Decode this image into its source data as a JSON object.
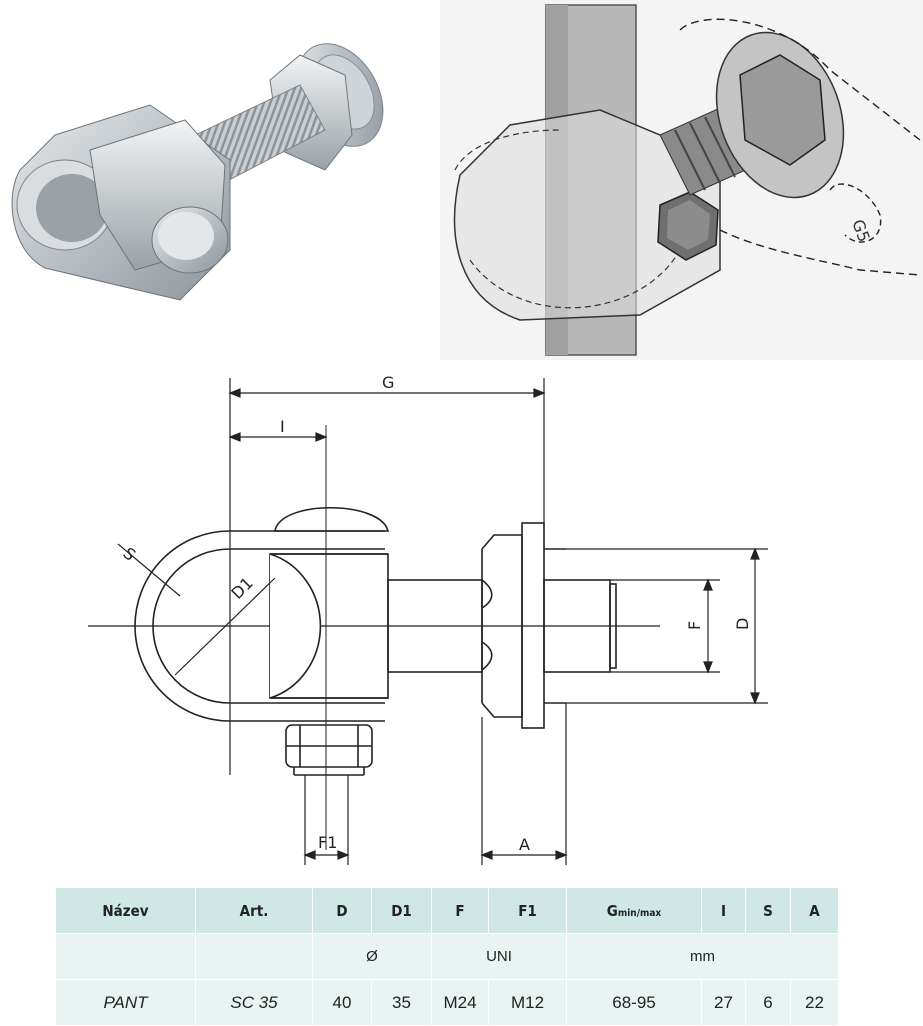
{
  "drawing": {
    "labels": {
      "G": "G",
      "I": "I",
      "S": "S",
      "D1": "D1",
      "F": "F",
      "D": "D",
      "F1": "F1",
      "A": "A"
    },
    "sketch_stamp": "G5"
  },
  "table": {
    "headers": [
      {
        "main": "Název",
        "sub": ""
      },
      {
        "main": "Art.",
        "sub": ""
      },
      {
        "main": "D",
        "sub": ""
      },
      {
        "main": "D1",
        "sub": ""
      },
      {
        "main": "F",
        "sub": ""
      },
      {
        "main": "F1",
        "sub": ""
      },
      {
        "main": "G",
        "sub": "min/max"
      },
      {
        "main": "I",
        "sub": ""
      },
      {
        "main": "S",
        "sub": ""
      },
      {
        "main": "A",
        "sub": ""
      }
    ],
    "units": {
      "diameter": "Ø",
      "thread": "UNI",
      "length": "mm"
    },
    "rows": [
      [
        "PANT",
        "SC 35",
        "40",
        "35",
        "M24",
        "M12",
        "68-95",
        "27",
        "6",
        "22"
      ]
    ]
  }
}
